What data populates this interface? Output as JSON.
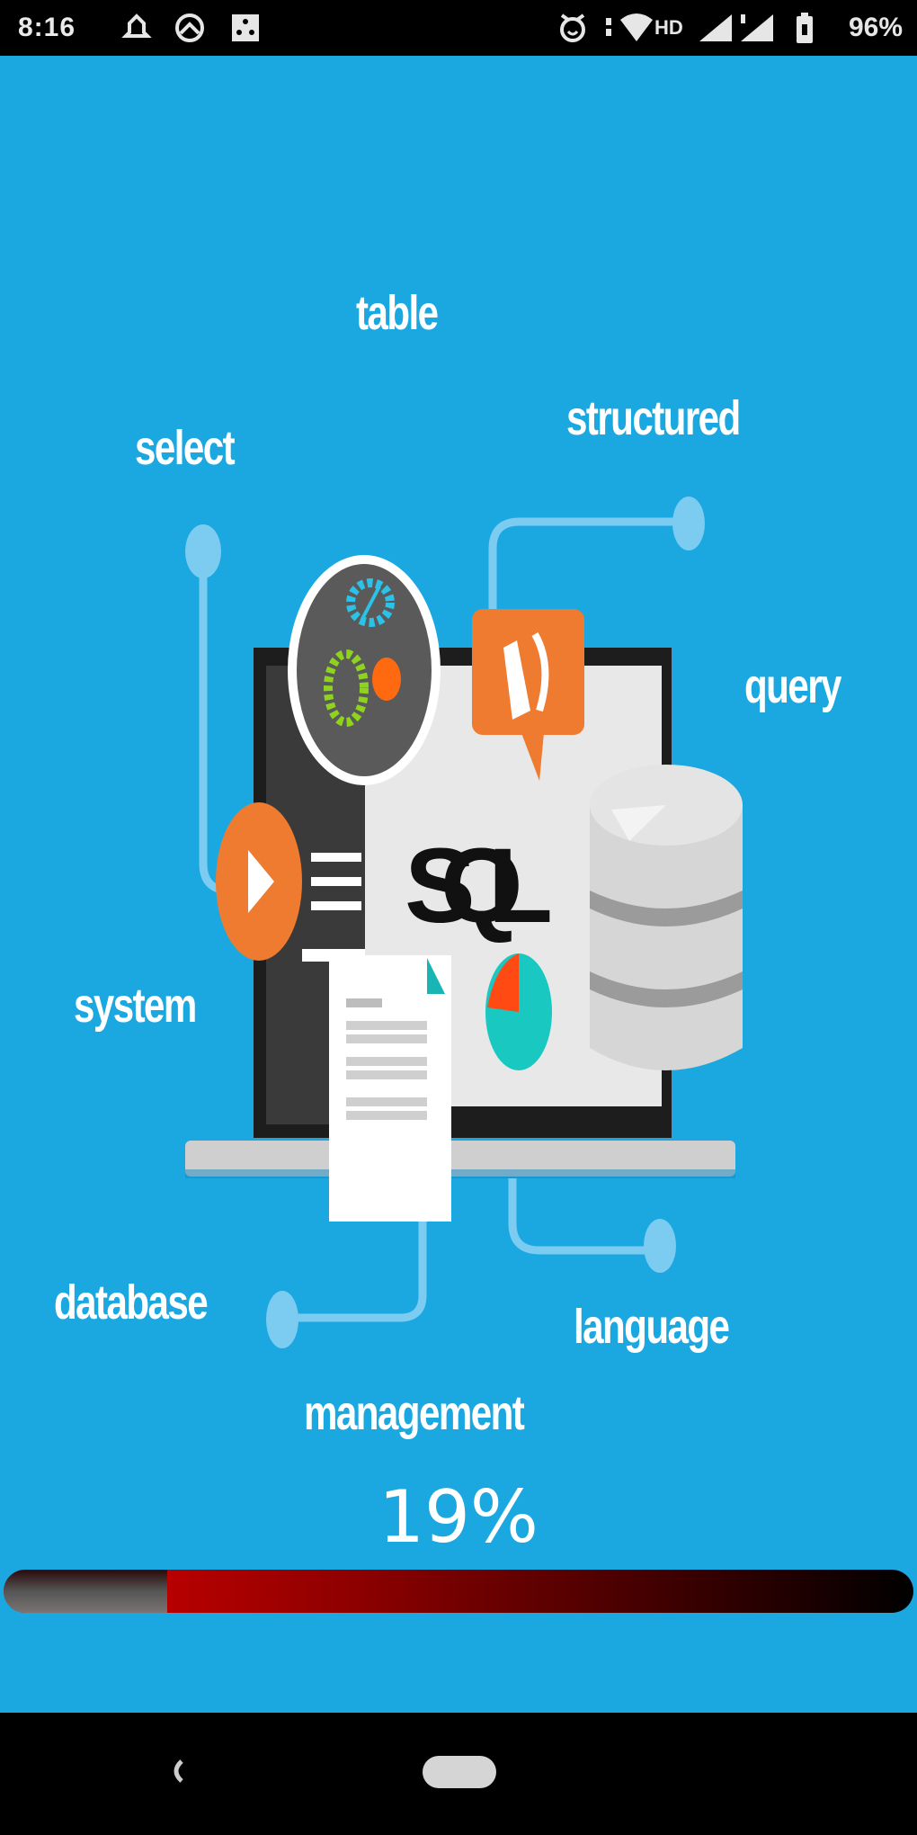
{
  "status_bar": {
    "time": "8:16",
    "left_icons": [
      "notification-bell-icon",
      "app-notification-icon",
      "gallery-icon"
    ],
    "right_icons": [
      "alarm-icon",
      "vibrate-icon",
      "wifi-icon",
      "hd-icon",
      "signal-icon",
      "signal-roaming-icon",
      "battery-icon"
    ],
    "hd_label": "HD",
    "battery_percent": "96%"
  },
  "splash": {
    "illustration": "sql-laptop-database-illustration",
    "center_label": "SQL",
    "keywords": {
      "table": "table",
      "select": "select",
      "structured": "structured",
      "query": "query",
      "system": "system",
      "database": "database",
      "language": "language",
      "management": "management"
    }
  },
  "progress": {
    "label": "19%",
    "value": 19,
    "colors": {
      "start": "#DD0000",
      "end": "#000000",
      "filled": "#555555"
    }
  },
  "nav_bar": {
    "back_icon": "back-icon",
    "home_icon": "home-pill-icon"
  },
  "colors": {
    "background": "#1BA8E1",
    "status_bar": "#000000",
    "nav_bar": "#000000",
    "orange_accent": "#EE7B2F",
    "connector": "#7CCBF0"
  }
}
